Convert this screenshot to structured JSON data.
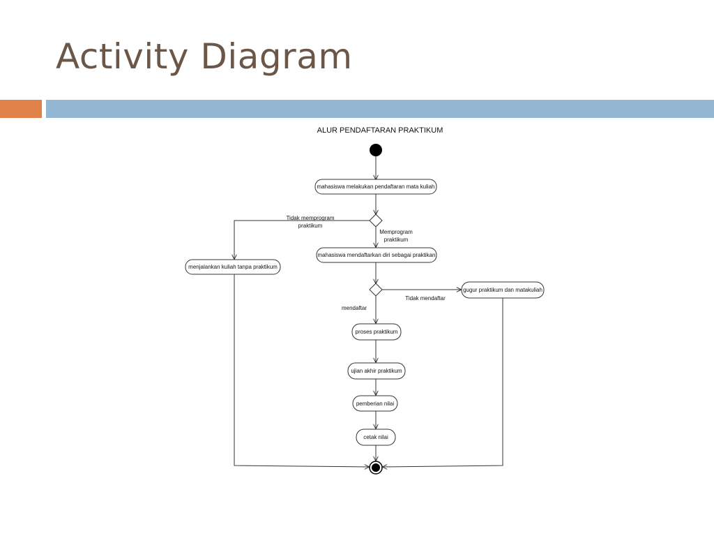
{
  "slide": {
    "title": "Activity Diagram"
  },
  "diagram": {
    "title": "ALUR PENDAFTARAN PRAKTIKUM",
    "nodes": {
      "daftar_matkul": "mahasiswa melakukan pendaftaran mata kuliah",
      "daftar_praktikan": "mahasiswa mendaftarkan diri sebagai praktikan",
      "tanpa_praktikum": "menjalankan kuliah tanpa praktikum",
      "gugur": "gugur praktikum dan matakuliah",
      "proses": "proses praktikum",
      "ujian": "ujian akhir praktikum",
      "nilai": "pemberian nilai",
      "cetak": "cetak nilai"
    },
    "edge_labels": {
      "tidak_memprogram_1": "Tidak memprogram",
      "tidak_memprogram_2": "praktikum",
      "memprogram_1": "Memprogram",
      "memprogram_2": "praktikum",
      "tidak_mendaftar": "Tidak mendaftar",
      "mendaftar": "mendaftar"
    },
    "colors": {
      "title_text": "#6b5648",
      "accent_orange": "#e0824a",
      "accent_blue": "#93b6d2"
    }
  }
}
